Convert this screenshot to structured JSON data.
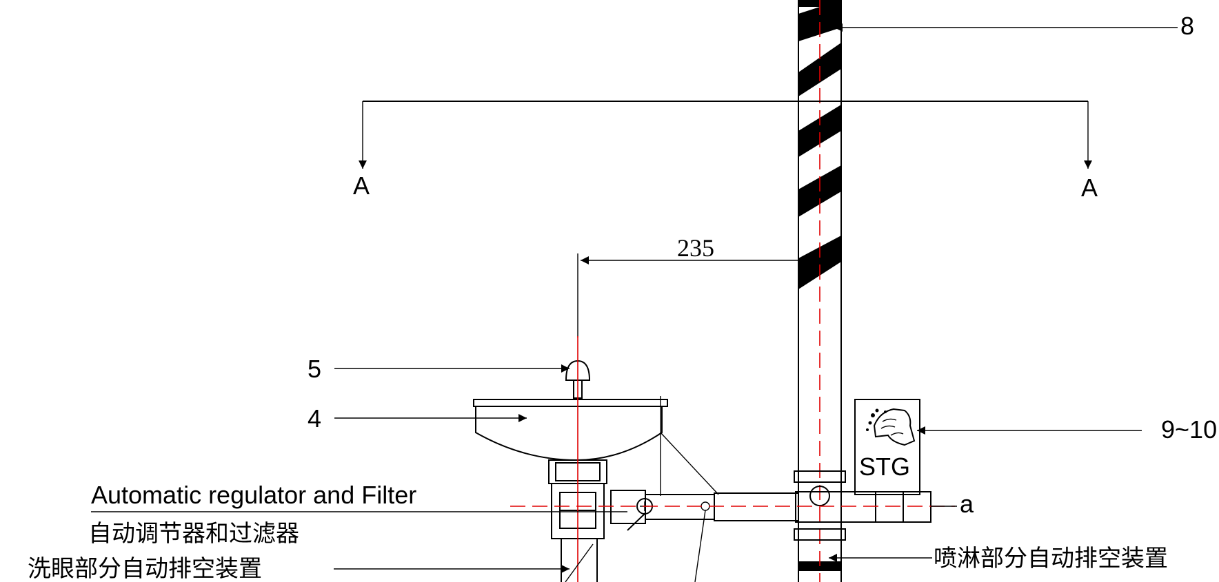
{
  "section_marks": {
    "left": "A",
    "right": "A"
  },
  "dimension": {
    "value": "235"
  },
  "callouts": {
    "pipe": "8",
    "push_handle": "5",
    "bowl": "4",
    "sign": "9~10",
    "nozzle": "a"
  },
  "sign_text": "STG",
  "notes": {
    "regulator_en": "Automatic regulator and Filter",
    "regulator_cn": "自动调节器和过滤器",
    "eyewash_drain_cn": "洗眼部分自动排空装置",
    "shower_drain_cn": "喷淋部分自动排空装置"
  },
  "colors": {
    "line": "#000000",
    "centerline": "#e00000",
    "background": "#ffffff"
  },
  "icons": {
    "sign_symbol": "eye-wash-hand-icon"
  }
}
